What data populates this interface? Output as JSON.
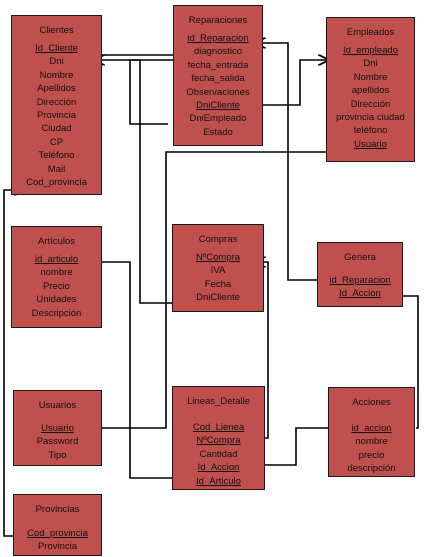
{
  "accent_color": "#c0504d",
  "entities": {
    "clientes": {
      "title": "Clientes",
      "fields": [
        "Id_Cliente",
        "Dni",
        "Nombre",
        "Apellidos",
        "Dirección",
        "Provincia",
        "Ciudad",
        "CP",
        "Teléfono",
        "Mail",
        "Cod_provincia"
      ]
    },
    "reparaciones": {
      "title": "Reparaciones",
      "fields": [
        "id_Reparacion",
        "diagnostico",
        "fecha_entrada",
        "fecha_salida",
        "Observaciones",
        "DniCliente",
        "DniEmpleado",
        "Estado"
      ]
    },
    "empleados": {
      "title": "Empleados",
      "fields": [
        "Id_empleado",
        "Dni",
        "Nombre",
        "apellidos",
        "Dirección",
        "provincia ciudad",
        "teléfono",
        "Usuario"
      ]
    },
    "articulos": {
      "title": "Artículos",
      "fields": [
        "id_articulo",
        "nombre",
        "Precio",
        "Unidades",
        "Descripción"
      ]
    },
    "compras": {
      "title": "Compras",
      "fields": [
        "NºCompra",
        "IVA",
        "Fecha",
        "DniCliente"
      ]
    },
    "genera": {
      "title": "Genera",
      "fields": [
        "id_Reparacion",
        "Id_Accion"
      ]
    },
    "usuarios": {
      "title": "Usuarios",
      "fields": [
        "Usuario",
        "Password",
        "Tipo"
      ]
    },
    "lineas_detalle": {
      "title": "Lineas_Detalle",
      "fields": [
        "Cod_Lienea",
        "NºCompra",
        "Cantidad",
        "Id_Accion",
        "Id_Articulo"
      ]
    },
    "acciones": {
      "title": "Acciones",
      "fields": [
        "id_accion",
        "nombre",
        "precio",
        "descripción"
      ]
    },
    "provincias": {
      "title": "Provincias",
      "fields": [
        "Cod_provincia",
        "Provincia"
      ]
    }
  }
}
